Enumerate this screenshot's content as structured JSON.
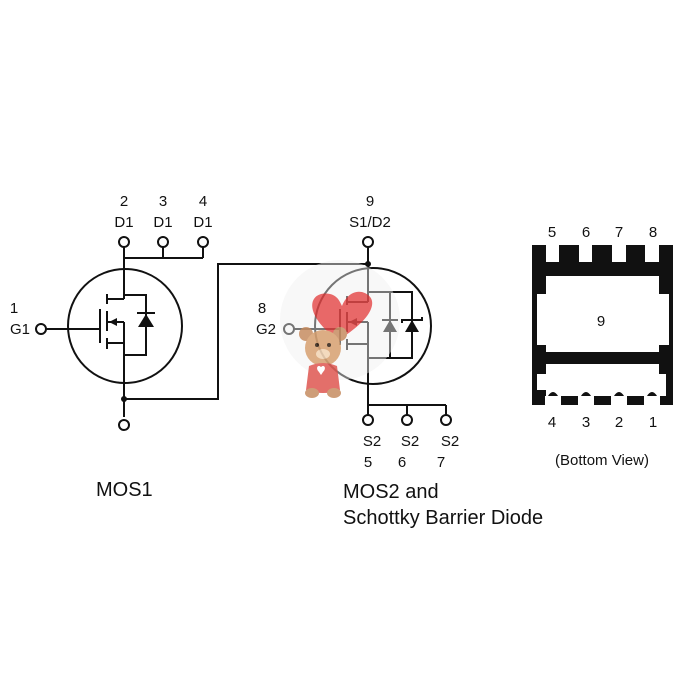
{
  "mos1": {
    "caption": "MOS1",
    "gate_pin": {
      "number": "1",
      "name": "G1"
    },
    "drain_pins": [
      {
        "number": "2",
        "name": "D1"
      },
      {
        "number": "3",
        "name": "D1"
      },
      {
        "number": "4",
        "name": "D1"
      }
    ]
  },
  "mos2": {
    "caption_line1": "MOS2 and",
    "caption_line2": "Schottky Barrier Diode",
    "top_pin": {
      "number": "9",
      "name": "S1/D2"
    },
    "gate_pin": {
      "number": "8",
      "name": "G2"
    },
    "source_pins": [
      {
        "number": "5",
        "name": "S2"
      },
      {
        "number": "6",
        "name": "S2"
      },
      {
        "number": "7",
        "name": "S2"
      }
    ]
  },
  "package": {
    "top_pins": [
      "5",
      "6",
      "7",
      "8"
    ],
    "center_pad": "9",
    "bottom_pins": [
      "4",
      "3",
      "2",
      "1"
    ],
    "view_label": "(Bottom View)"
  },
  "colors": {
    "line": "#111111",
    "background": "#ffffff",
    "watermark_heart": "#e23b3b"
  },
  "icons": {
    "watermark": "teddy-bear-heart-icon"
  }
}
